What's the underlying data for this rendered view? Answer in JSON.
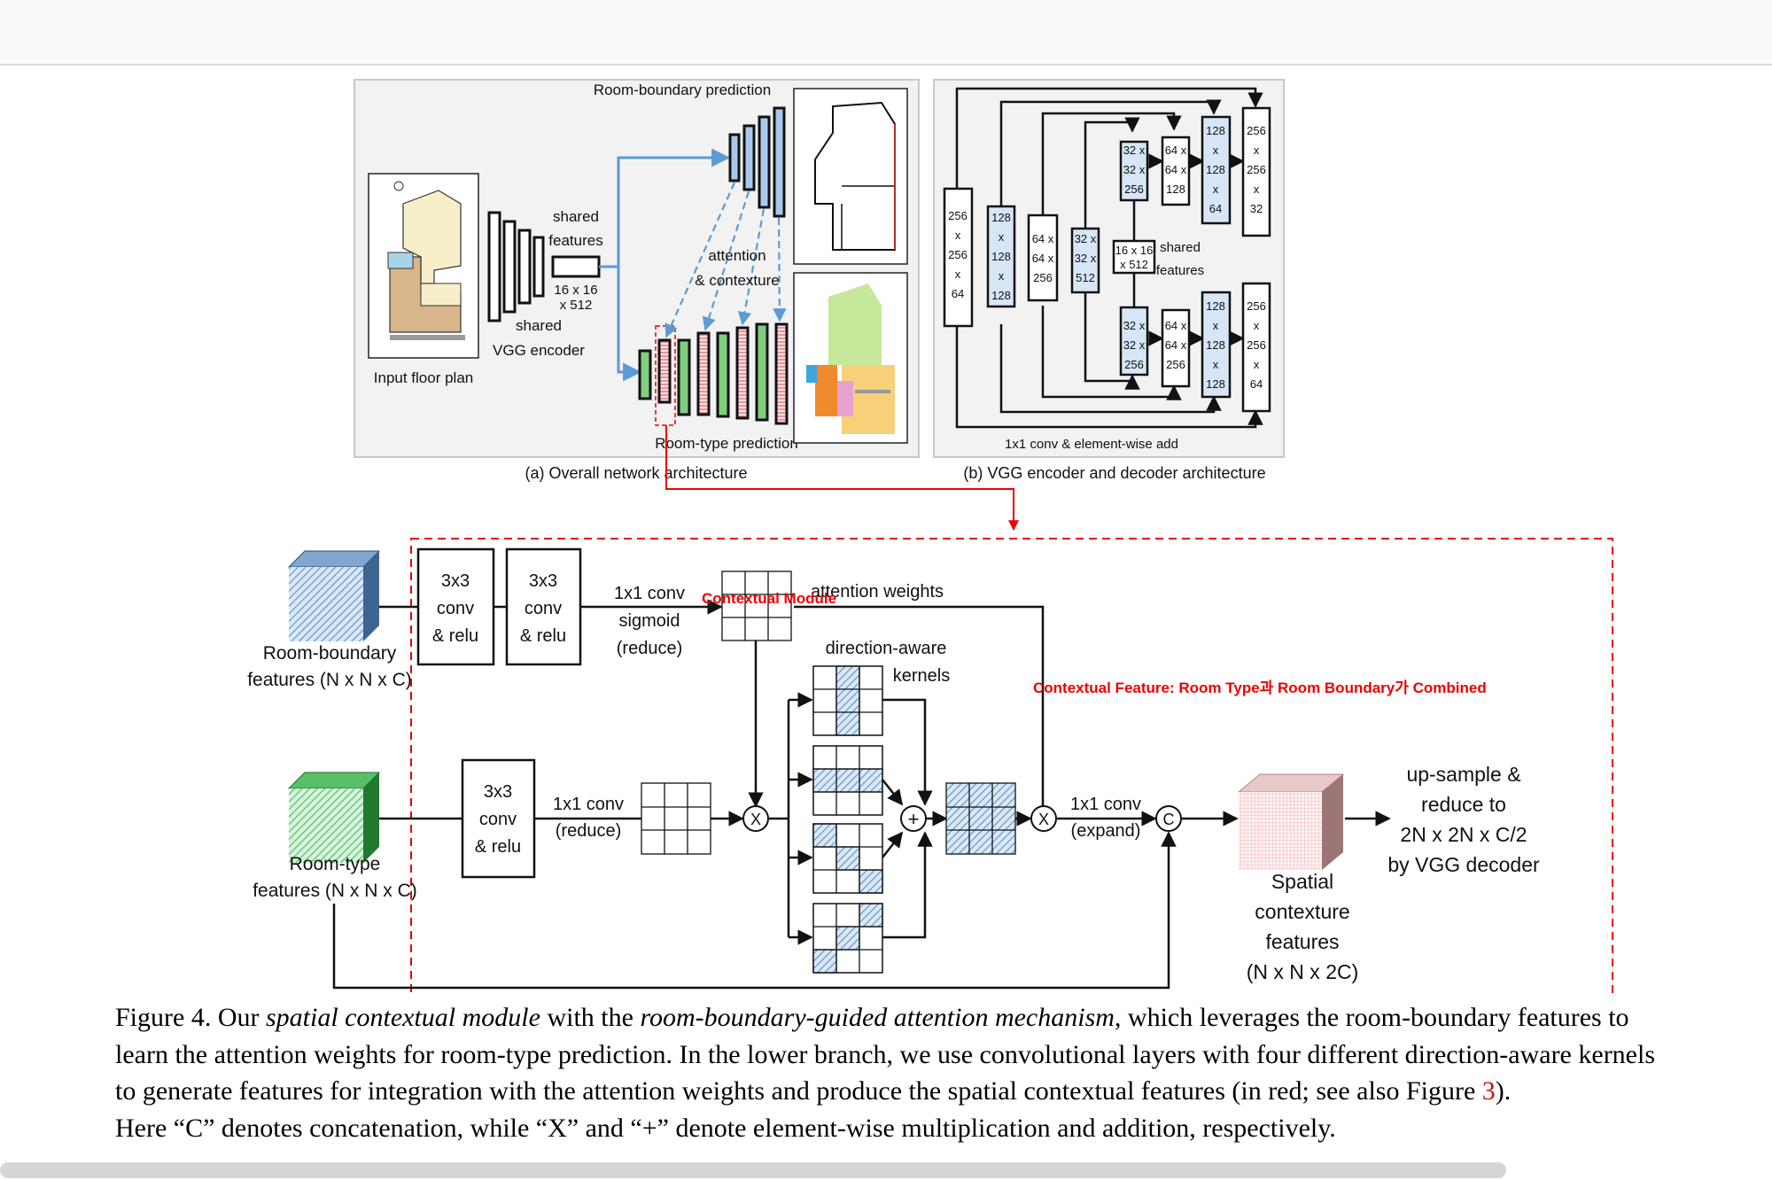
{
  "figure": {
    "top": {
      "a": {
        "rbp": "Room-boundary prediction",
        "shared_features": [
          "shared",
          "features"
        ],
        "size16": [
          "16 x 16",
          "x 512"
        ],
        "shared_vgg": [
          "shared",
          "VGG encoder"
        ],
        "input": "Input floor plan",
        "attn": [
          "attention",
          "& contexture"
        ],
        "rtp": "Room-type prediction",
        "caption": "(a) Overall network architecture"
      },
      "b": {
        "enc_blocks": [
          [
            "256",
            "x",
            "256",
            "x",
            "64"
          ],
          [
            "128",
            "x",
            "128",
            "x",
            "128"
          ],
          [
            "64 x",
            "64 x",
            "256"
          ],
          [
            "32 x",
            "32 x",
            "512"
          ]
        ],
        "top_blocks": [
          [
            "32 x",
            "32 x",
            "256"
          ],
          [
            "64 x",
            "64 x",
            "128"
          ],
          [
            "128",
            "x",
            "128",
            "x",
            "64"
          ],
          [
            "256",
            "x",
            "256",
            "x",
            "32"
          ]
        ],
        "bot_blocks": [
          [
            "32 x",
            "32 x",
            "256"
          ],
          [
            "64 x",
            "64 x",
            "256"
          ],
          [
            "128",
            "x",
            "128",
            "x",
            "128"
          ],
          [
            "256",
            "x",
            "256",
            "x",
            "64"
          ]
        ],
        "mid_size": [
          "16 x 16",
          "x 512"
        ],
        "mid_label": [
          "shared",
          "features"
        ],
        "bottom_note": "1x1 conv & element-wise add",
        "caption": "(b) VGG encoder and decoder architecture"
      }
    },
    "bottom": {
      "rb_features": [
        "Room-boundary",
        "features (N x N x C)"
      ],
      "rt_features": [
        "Room-type",
        "features (N x N x C)"
      ],
      "conv_a": [
        "3x3",
        "conv",
        "& relu"
      ],
      "conv_b": [
        "3x3",
        "conv",
        "& relu"
      ],
      "conv_c": [
        "3x3",
        "conv",
        "& relu"
      ],
      "sig": [
        "1x1 conv",
        "sigmoid",
        "(reduce)"
      ],
      "attn_weights": "attention weights",
      "dir_aware": [
        "direction-aware",
        "kernels"
      ],
      "reduce": [
        "1x1 conv",
        "(reduce)"
      ],
      "expand": [
        "1x1 conv",
        "(expand)"
      ],
      "mult": "X",
      "plus": "+",
      "concat": "C",
      "spatial": [
        "Spatial",
        "contexture",
        "features",
        "(N x N x 2C)"
      ],
      "upsample": [
        "up-sample &",
        "reduce to",
        "2N x 2N x C/2",
        "by VGG decoder"
      ],
      "overlay1": "Contextual Module",
      "overlay2": "Contextual Feature: Room Type과 Room Boundary가 Combined"
    }
  },
  "caption": {
    "fig_label": "Figure 4. Our ",
    "em1": "spatial contextual module",
    "t2": " with the ",
    "em2": "room-boundary-guided attention mechanism",
    "t3": ", which leverages the room-boundary features to learn the attention weights for room-type prediction. In the lower branch, we use convolutional layers with four different direction-aware kernels to generate features for integration with the attention weights and produce the spatial contextual features (in red; see also Figure ",
    "ref": "3",
    "t4": ").",
    "line4": "Here “C” denotes concatenation, while “X” and “+” denote element-wise multiplication and addition, respectively."
  }
}
